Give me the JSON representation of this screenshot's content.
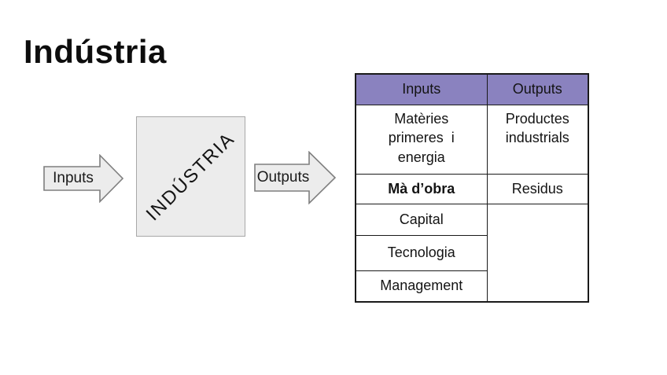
{
  "title": "Indústria",
  "colors": {
    "header_bg": "#8a82bf",
    "shape_fill": "#ececec",
    "shape_border": "#7f7f7f",
    "table_border": "#1a1a1a"
  },
  "diagram": {
    "input_arrow_label": "Inputs",
    "box_label": "INDÚSTRIA",
    "output_arrow_label": "Outputs"
  },
  "table": {
    "headers": [
      "Inputs",
      "Outputs"
    ],
    "rows": [
      {
        "input": "Matèries\nprimeres  i\nenergia",
        "output": "Productes\nindustrials"
      },
      {
        "input": "Mà d’obra",
        "output": "Residus"
      },
      {
        "input": "Capital",
        "output": ""
      },
      {
        "input": "Tecnologia"
      },
      {
        "input": "Management"
      }
    ]
  }
}
